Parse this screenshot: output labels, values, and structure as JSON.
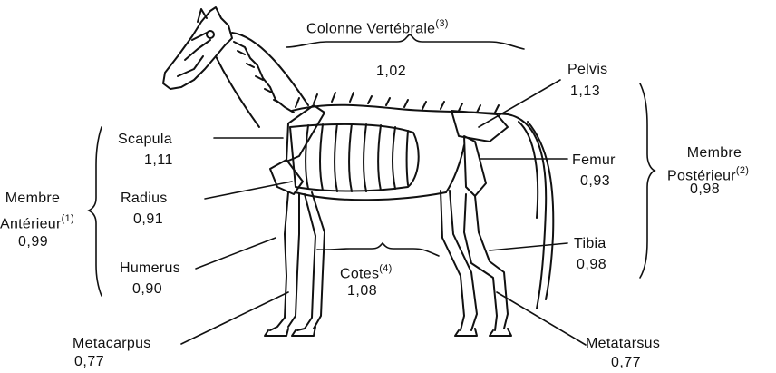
{
  "labels": {
    "colonne": {
      "name": "Colonne Vertébrale",
      "note": "(3)",
      "value": "1,02"
    },
    "pelvis": {
      "name": "Pelvis",
      "value": "1,13"
    },
    "scapula": {
      "name": "Scapula",
      "value": "1,11"
    },
    "femur": {
      "name": "Femur",
      "value": "0,93"
    },
    "membre_posterieur": {
      "line1": "Membre",
      "line2": "Postérieur",
      "note": "(2)",
      "value": "0,98"
    },
    "membre_anterieur": {
      "line1": "Membre",
      "line2": "Antérieur",
      "note": "(1)",
      "value": "0,99"
    },
    "radius": {
      "name": "Radius",
      "value": "0,91"
    },
    "tibia": {
      "name": "Tibia",
      "value": "0,98"
    },
    "humerus": {
      "name": "Humerus",
      "value": "0,90"
    },
    "cotes": {
      "name": "Cotes",
      "note": "(4)",
      "value": "1,08"
    },
    "metacarpus": {
      "name": "Metacarpus",
      "value": "0,77"
    },
    "metatarsus": {
      "name": "Metatarsus",
      "value": "0,77"
    }
  }
}
